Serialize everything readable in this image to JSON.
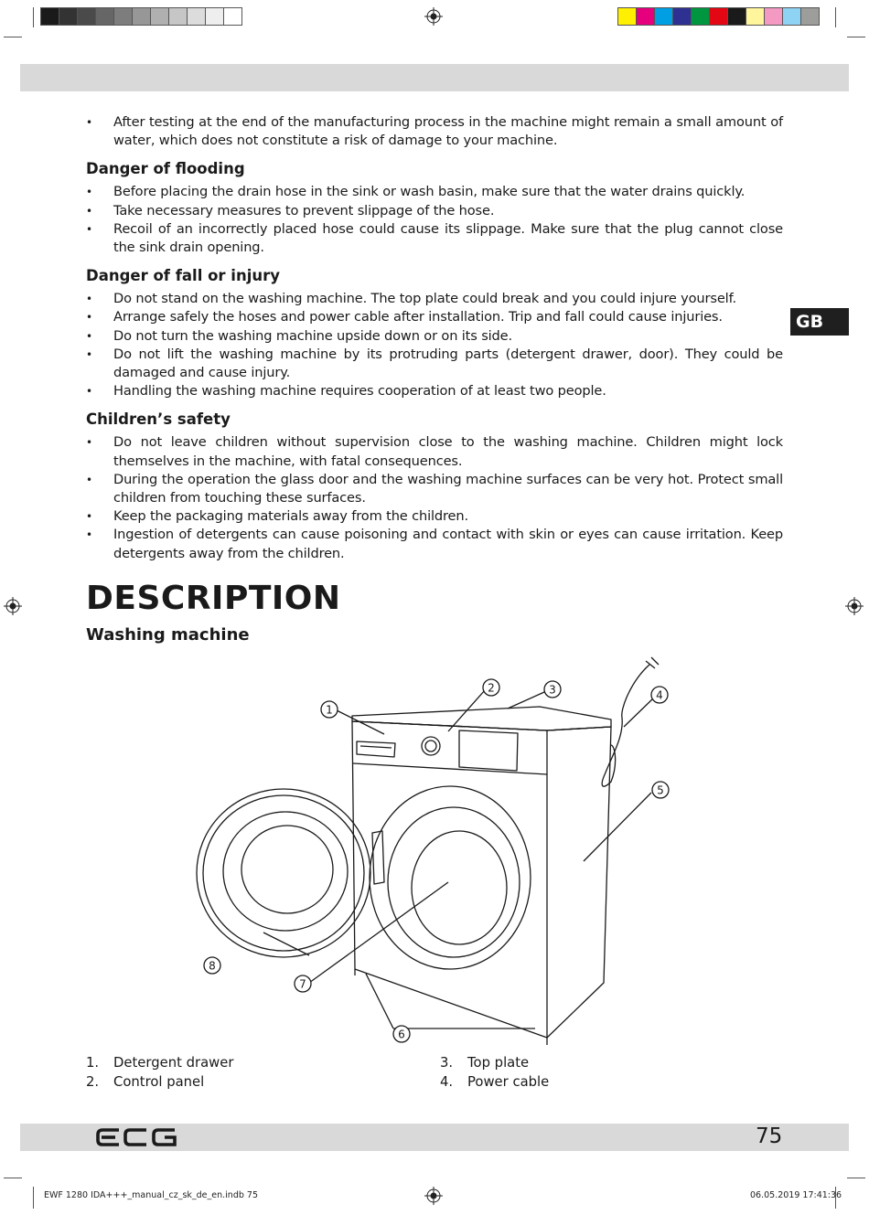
{
  "colors": {
    "gray_swatches": [
      "#1a1a1a",
      "#333333",
      "#4a4a4a",
      "#666666",
      "#7d7d7d",
      "#979797",
      "#b0b0b0",
      "#c6c6c6",
      "#dcdcdc",
      "#eeeeee",
      "#ffffff"
    ],
    "color_swatches": [
      "#ffef00",
      "#e6007e",
      "#009fe3",
      "#2e3192",
      "#009640",
      "#e30613",
      "#1a1a1a",
      "#fff59d",
      "#f49ac2",
      "#8fd3f4",
      "#9d9d9c"
    ],
    "band": "#d9d9d9",
    "tab": "#1f1f1f"
  },
  "tab_label": "GB",
  "intro_bullets": [
    "After testing at the end of the manufacturing process in the machine might remain a small amount of water, which does not constitute a risk of damage to your machine."
  ],
  "sections": [
    {
      "heading": "Danger of flooding",
      "bullets": [
        "Before placing the drain hose in the sink or wash basin, make sure that the water drains quickly.",
        "Take necessary measures to prevent slippage of the hose.",
        "Recoil of an incorrectly placed hose could cause its slippage. Make sure that the plug cannot close the sink drain opening."
      ]
    },
    {
      "heading": "Danger of fall or injury",
      "bullets": [
        "Do not stand on the washing machine. The top plate could break and you could injure yourself.",
        "Arrange safely the hoses and power cable after installation. Trip and fall could cause injuries.",
        "Do not turn the washing machine upside down or on its side.",
        "Do not lift the washing machine by its protruding parts (detergent drawer, door). They could be damaged and cause injury.",
        "Handling the washing machine requires cooperation of at least two people."
      ]
    },
    {
      "heading": "Children’s safety",
      "bullets": [
        "Do not leave children without supervision close to the washing machine. Children might lock themselves in the machine, with fatal consequences.",
        "During the operation the glass door and the washing machine surfaces can be very hot. Protect small children from touching these surfaces.",
        "Keep the packaging materials away from the children.",
        "Ingestion of detergents can cause poisoning and contact with skin or eyes can cause irritation. Keep detergents away from the children."
      ]
    }
  ],
  "description_title": "DESCRIPTION",
  "description_subtitle": "Washing machine",
  "diagram_callouts": [
    "1",
    "2",
    "3",
    "4",
    "5",
    "6",
    "7",
    "8"
  ],
  "parts_left": [
    {
      "num": "1.",
      "label": "Detergent drawer"
    },
    {
      "num": "2.",
      "label": "Control panel"
    }
  ],
  "parts_right": [
    {
      "num": "3.",
      "label": "Top plate"
    },
    {
      "num": "4.",
      "label": "Power cable"
    }
  ],
  "footer": {
    "logo_text": "ECG",
    "page_number": "75",
    "file_name": "EWF 1280 IDA+++_manual_cz_sk_de_en.indb   75",
    "timestamp": "06.05.2019   17:41:36"
  }
}
